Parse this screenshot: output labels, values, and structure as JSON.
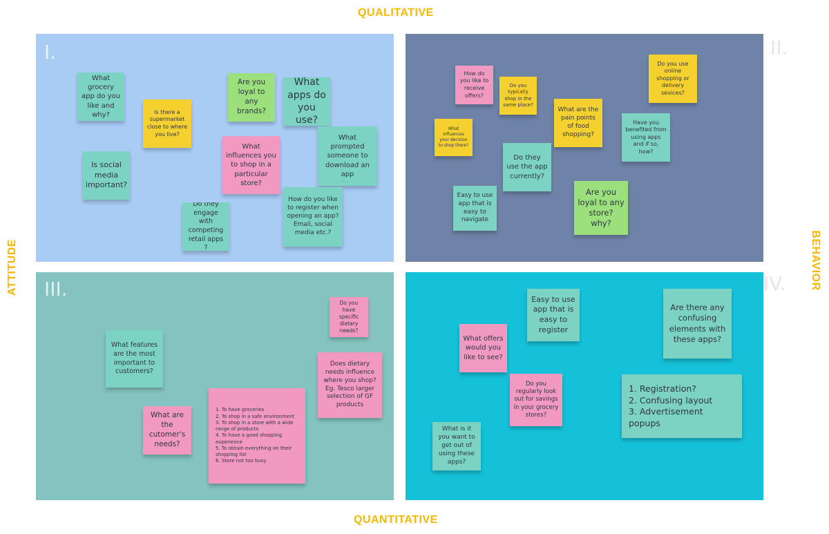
{
  "colors": {
    "axis_label": "#f5b800",
    "quadrant_1": "#a9ccf5",
    "quadrant_2": "#6f83a8",
    "quadrant_3": "#84c4c0",
    "quadrant_4": "#15c1d8",
    "note_teal": "#7dd3c3",
    "note_pink": "#f299c2",
    "note_yellow": "#f5d130",
    "note_green": "#9be07c"
  },
  "axes": {
    "top": "QUALITATIVE",
    "bottom": "QUANTITATIVE",
    "left": "ATTITUDE",
    "right": "BEHAVIOR"
  },
  "quadrants": [
    {
      "numeral": "I.",
      "notes": [
        "What grocery app do you like and why?",
        "Is there a supermarket close to where you live?",
        "Are you loyal to any brands?",
        "What apps do you use?",
        "Is social media important?",
        "What influences you to shop in a particular store?",
        "What prompted someone to download an app",
        "Do they engage with competing retail apps ?",
        "How do you like to register when opening an app? Email, social media etc.?"
      ]
    },
    {
      "numeral": "II.",
      "notes": [
        "How do you like to receive offers?",
        "Do you typically shop in the same place?",
        "Do you use online shopping or delivery sevices?",
        "What are the pain points of food shopping?",
        "What influences your decision to shop there?",
        "Have you benefited from using apps and if so, how?",
        "Do they use the app currently?",
        "Easy to use app that is easy to navigate",
        "Are you loyal to any store? why?"
      ]
    },
    {
      "numeral": "III.",
      "notes": [
        "Do you have specific dietary needs?",
        "What features are the most important to customers?",
        "Does dietary needs influence where you shop? Eg. Tesco larger selection of GF products",
        "What are the cutomer's needs?",
        "1. To have groceries\n2. To shop in a safe environment\n3. To shop in a store with a wide range of products\n4. To have a good shopping experience\n5. To obtain everything on their shopping list\n6. Store not too busy"
      ]
    },
    {
      "numeral": "IV.",
      "notes": [
        "Easy to use app that is easy to register",
        "Are there any confusing elements with these apps?",
        "What offers would you like to see?",
        "Do you regularly look out for savings in your grocery stores?",
        "1. Registration?\n2. Confusing layout\n3. Advertisement popups",
        "What is it you want to get out of using these apps?"
      ]
    }
  ]
}
